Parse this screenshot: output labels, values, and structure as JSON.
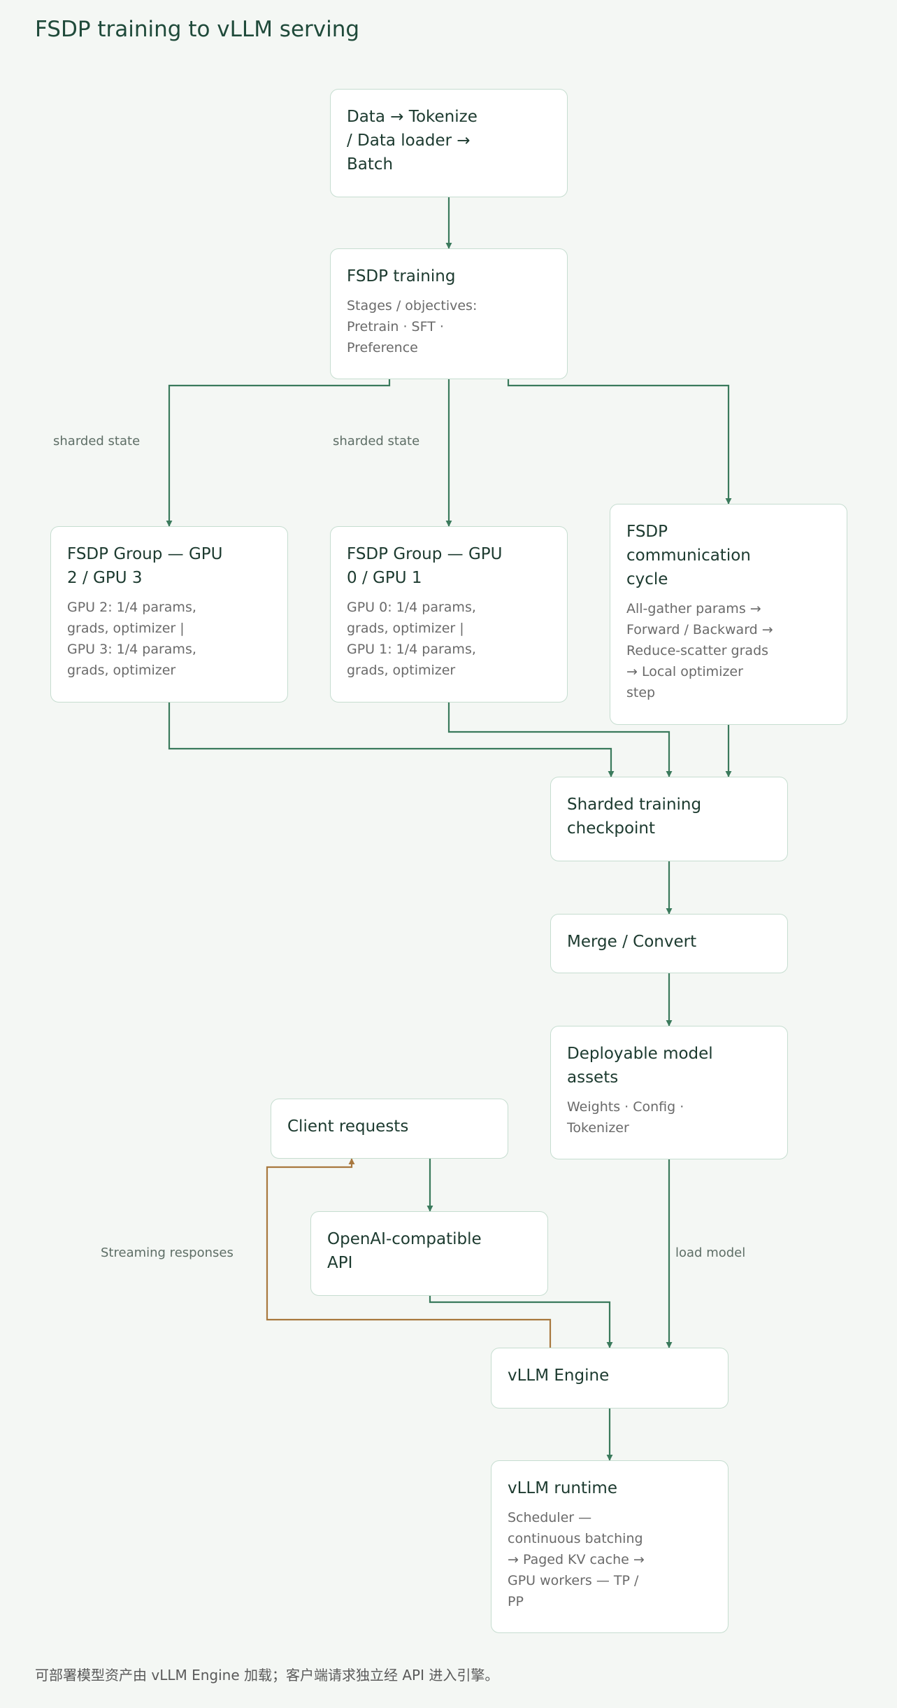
{
  "title": "FSDP training to vLLM serving",
  "nodes": {
    "data": {
      "title": "Data → Tokenize\n/ Data loader →\nBatch"
    },
    "fsdp_training": {
      "title": "FSDP training",
      "body": "Stages / objectives:\nPretrain · SFT ·\nPreference"
    },
    "group_23": {
      "title": "FSDP Group — GPU\n2 / GPU 3",
      "body": "GPU 2: 1/4 params,\ngrads, optimizer |\nGPU 3: 1/4 params,\ngrads, optimizer"
    },
    "group_01": {
      "title": "FSDP Group — GPU\n0 / GPU 1",
      "body": "GPU 0: 1/4 params,\ngrads, optimizer |\nGPU 1: 1/4 params,\ngrads, optimizer"
    },
    "comm_cycle": {
      "title": "FSDP\ncommunication\ncycle",
      "body": "All-gather params →\nForward / Backward →\nReduce-scatter grads\n→ Local optimizer\nstep"
    },
    "checkpoint": {
      "title": "Sharded training\ncheckpoint"
    },
    "merge": {
      "title": "Merge / Convert"
    },
    "assets": {
      "title": "Deployable model\nassets",
      "body": "Weights · Config ·\nTokenizer"
    },
    "client": {
      "title": "Client requests"
    },
    "api": {
      "title": "OpenAI-compatible\nAPI"
    },
    "engine": {
      "title": "vLLM Engine"
    },
    "runtime": {
      "title": "vLLM runtime",
      "body": "Scheduler —\ncontinuous batching\n→ Paged KV cache →\nGPU workers — TP /\nPP"
    }
  },
  "edge_labels": {
    "sharded_state_1": "sharded state",
    "sharded_state_2": "sharded state",
    "streaming": "Streaming responses",
    "load_model": "load model"
  },
  "colors": {
    "edge": "#3a7a5c",
    "return_edge": "#a8783e",
    "node_border": "#c6ddd0",
    "background": "#f4f7f4"
  },
  "footer": "可部署模型资产由 vLLM Engine 加载；客户端请求独立经 API 进入引擎。"
}
